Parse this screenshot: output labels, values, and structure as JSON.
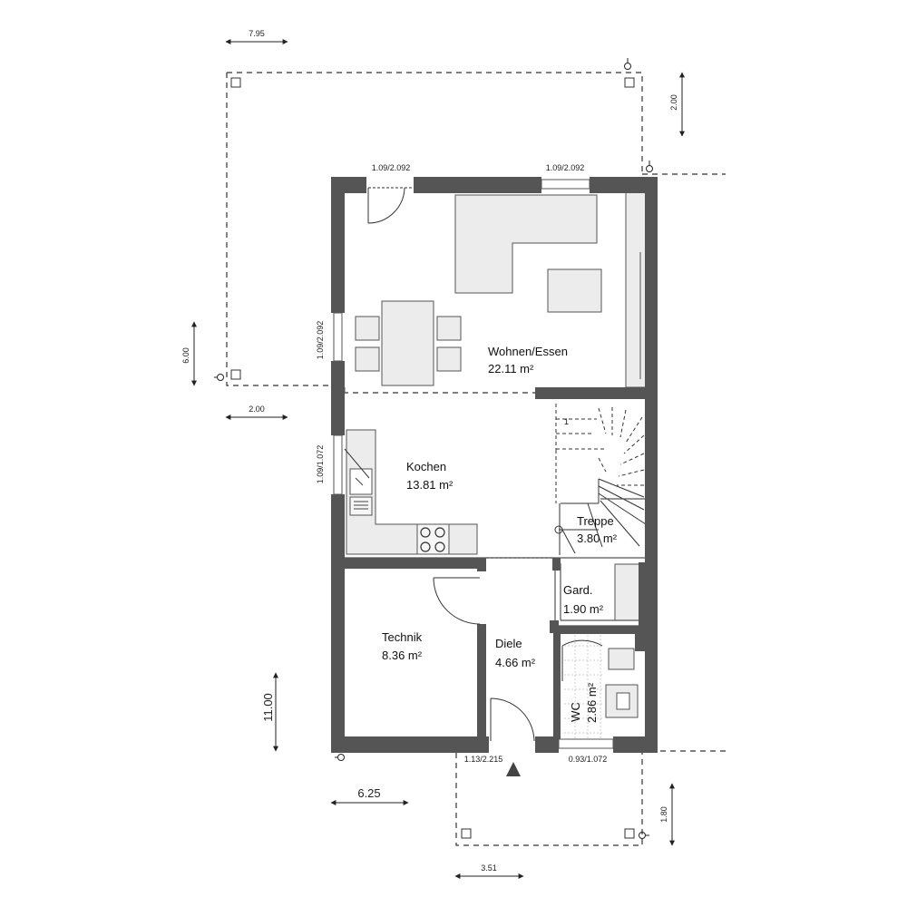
{
  "dimensions": {
    "top_terrace_width": "7.95",
    "top_terrace_depth": "2.00",
    "left_terrace_depth": "6.00",
    "left_terrace_width": "2.00",
    "house_depth": "11.00",
    "house_width": "6.25",
    "front_width": "3.51",
    "front_depth": "1.80"
  },
  "openings": {
    "top_left_window": "1.09/2.092",
    "top_right_window": "1.09/2.092",
    "left_upper_window": "1.09/2.092",
    "left_lower_window": "1.09/1.072",
    "entrance_door": "1.13/2.215",
    "wc_window": "0.93/1.072"
  },
  "rooms": [
    {
      "name": "Wohnen/Essen",
      "area": "22.11 m²"
    },
    {
      "name": "Kochen",
      "area": "13.81 m²"
    },
    {
      "name": "Treppe",
      "area": "3.80 m²"
    },
    {
      "name": "Gard.",
      "area": "1.90 m²"
    },
    {
      "name": "Technik",
      "area": "8.36 m²"
    },
    {
      "name": "Diele",
      "area": "4.66 m²"
    },
    {
      "name": "WC",
      "area": "2.86 m²"
    }
  ],
  "colors": {
    "wall": "#555555",
    "furniture": "#ececec",
    "line": "#333333"
  }
}
